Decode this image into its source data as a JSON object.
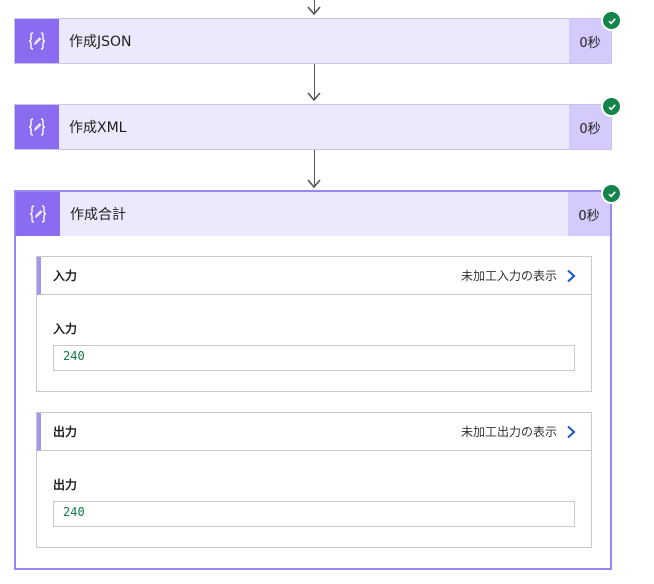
{
  "actions": [
    {
      "title": "作成JSON",
      "duration": "0秒",
      "icon": "curly-braces-edit-icon",
      "status": "succeeded"
    },
    {
      "title": "作成XML",
      "duration": "0秒",
      "icon": "curly-braces-edit-icon",
      "status": "succeeded"
    },
    {
      "title": "作成合計",
      "duration": "0秒",
      "icon": "curly-braces-edit-icon",
      "status": "succeeded",
      "inputs": {
        "header": "入力",
        "raw_link": "未加工入力の表示",
        "field_label": "入力",
        "value": "240"
      },
      "outputs": {
        "header": "出力",
        "raw_link": "未加工出力の表示",
        "field_label": "出力",
        "value": "240"
      }
    }
  ],
  "colors": {
    "icon_bg": "#8b6cf0",
    "card_bg": "#ece9fd",
    "duration_bg": "#d4cafb",
    "success": "#13844a",
    "value_text": "#137a4a",
    "link_chevron": "#1f5fbf"
  }
}
